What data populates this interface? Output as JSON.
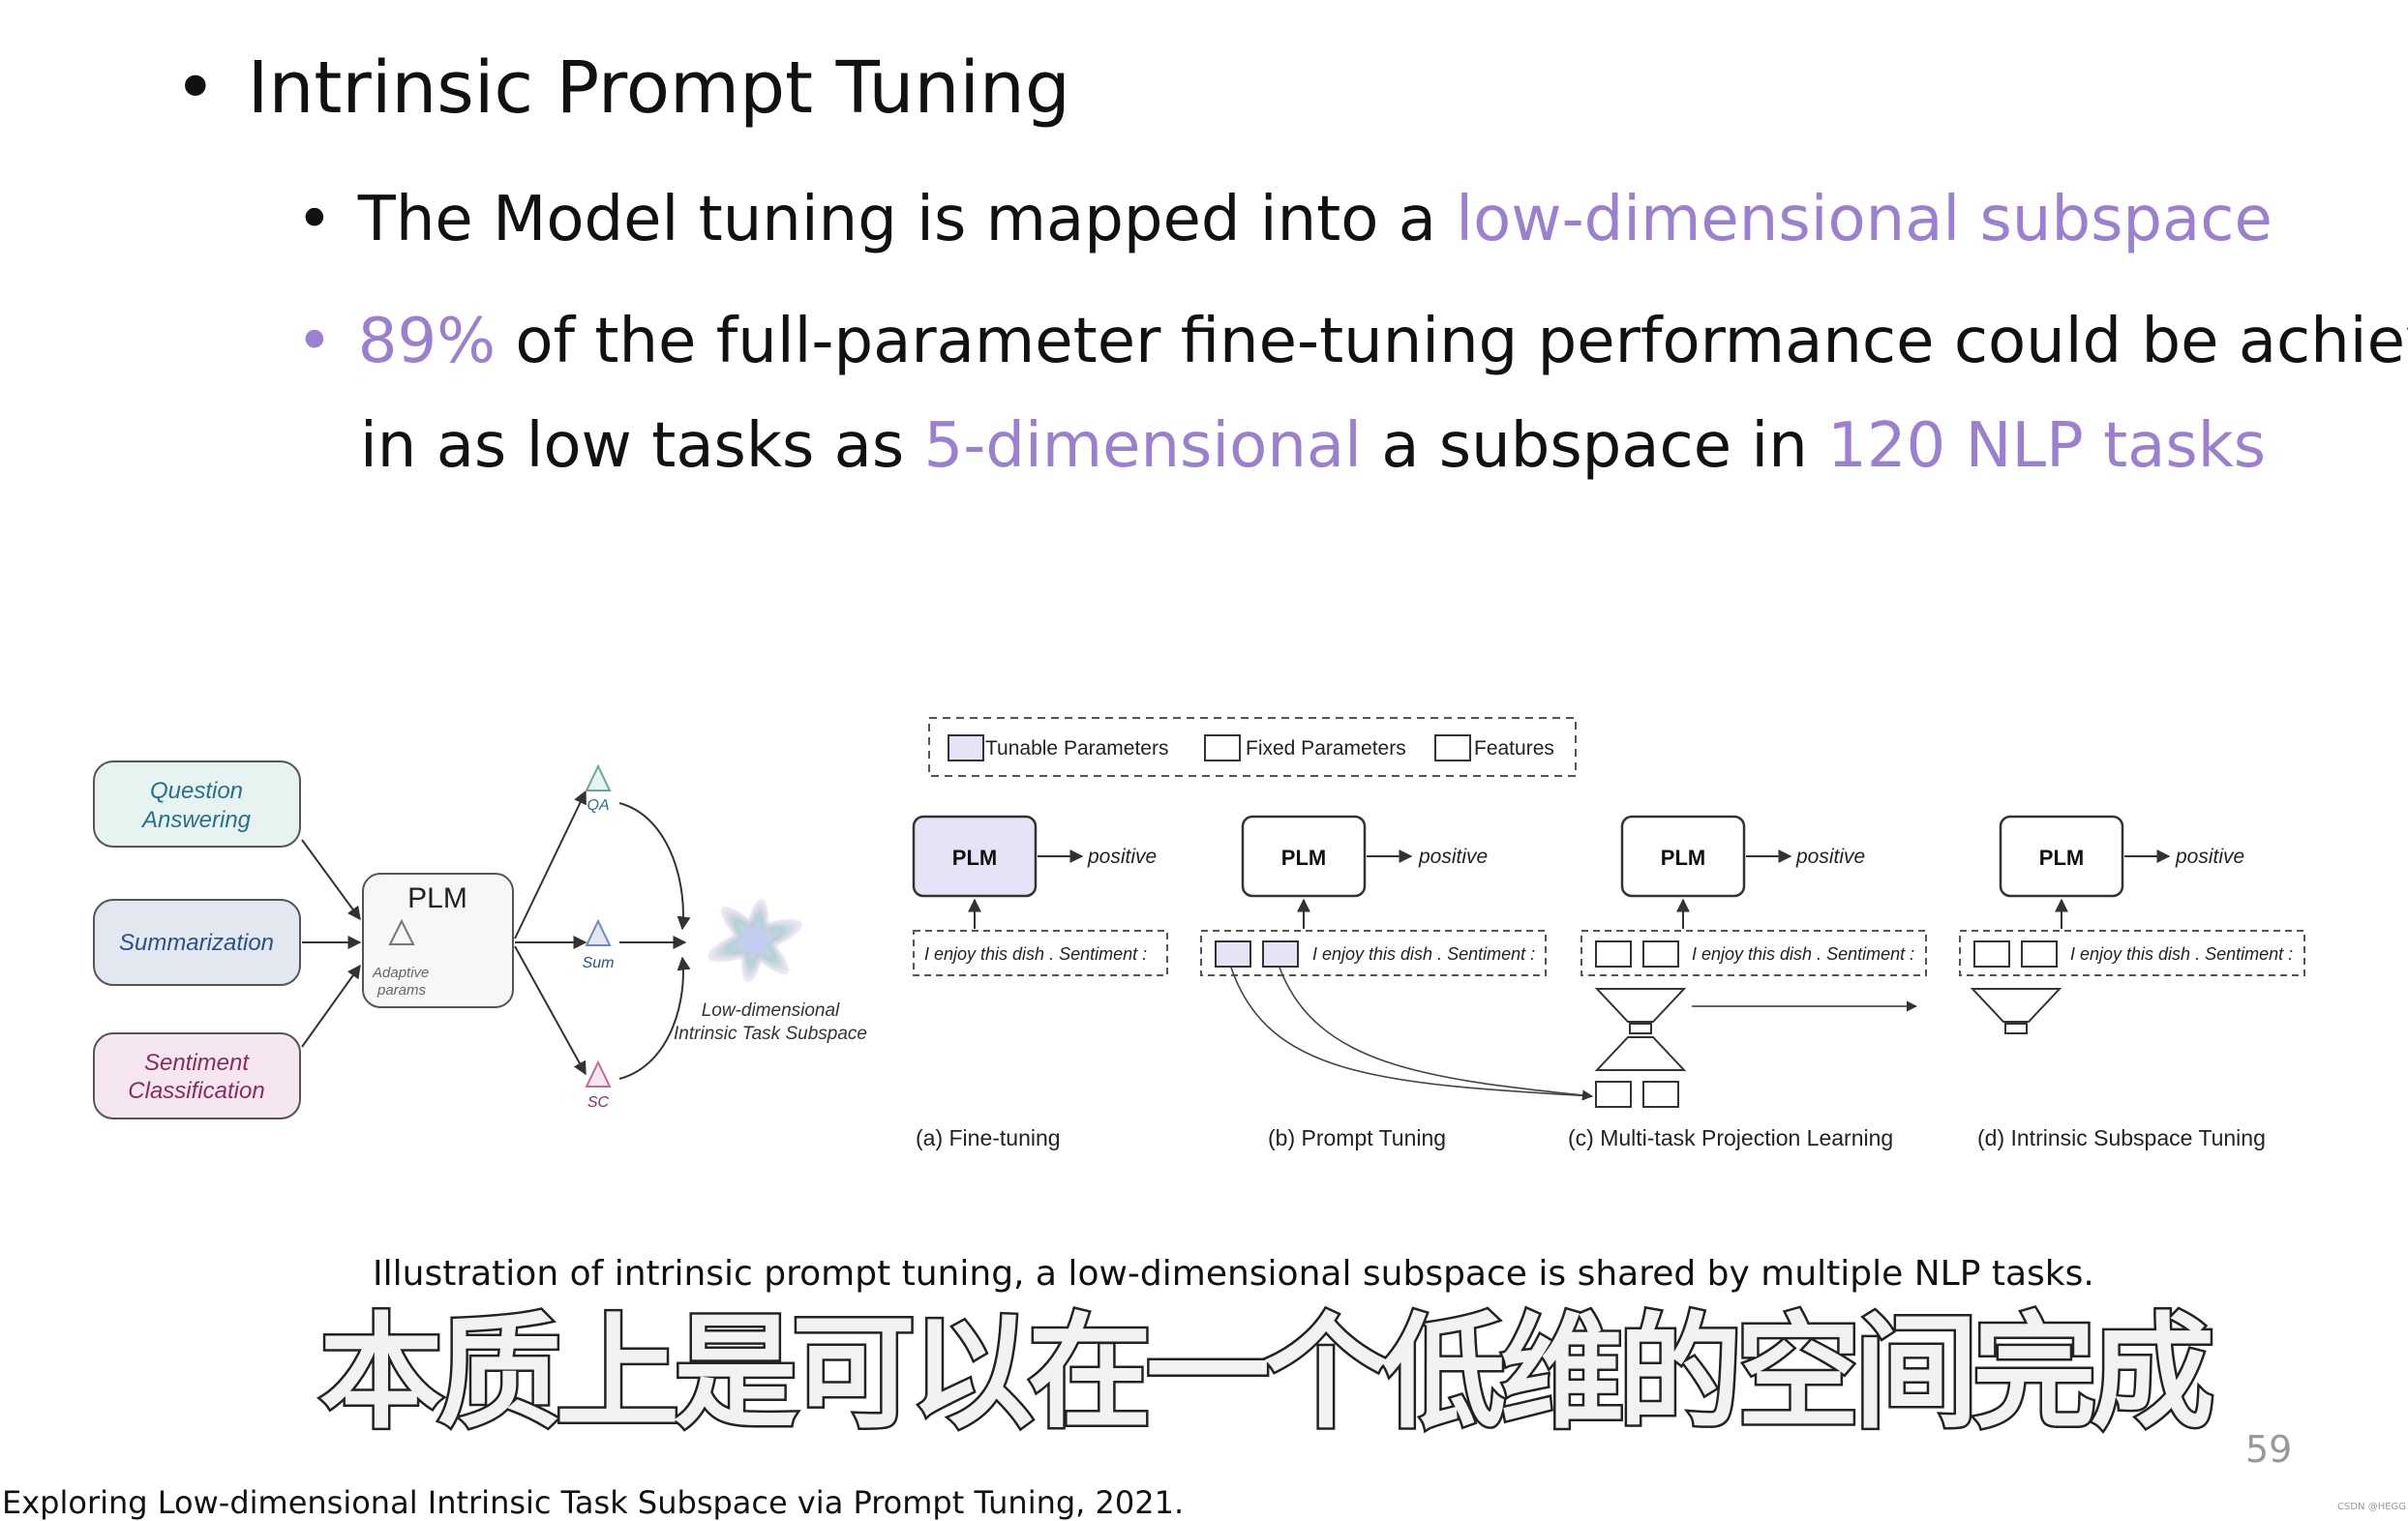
{
  "heading": "Intrinsic Prompt Tuning",
  "bullets": {
    "b1_prefix": "The Model tuning is mapped into a ",
    "b1_highlight": "low-dimensional subspace",
    "b2_highlight1": "89%",
    "b2_text1": " of the full-parameter fine-tuning performance could be achieved",
    "b2_text2": "in as low tasks as ",
    "b2_highlight2": "5-dimensional",
    "b2_text3": " a subspace in ",
    "b2_highlight3": "120 NLP tasks"
  },
  "left_figure": {
    "tasks": [
      "Question",
      "Answering",
      "Summarization",
      "Sentiment",
      "Classification"
    ],
    "plm_label": "PLM",
    "adaptive_label": [
      "Adaptive",
      "params"
    ],
    "task_abbrevs": [
      "QA",
      "Sum",
      "SC"
    ],
    "subspace_label": [
      "Low-dimensional",
      "Intrinsic Task Subspace"
    ]
  },
  "right_figure": {
    "legend": [
      "Tunable Parameters",
      "Fixed Parameters",
      "Features"
    ],
    "plm_label": "PLM",
    "output_label": "positive",
    "input_text": "I enjoy this dish . Sentiment :",
    "panels": [
      "(a) Fine-tuning",
      "(b) Prompt Tuning",
      "(c) Multi-task Projection Learning",
      "(d) Intrinsic Subspace Tuning"
    ]
  },
  "caption": "Illustration of intrinsic prompt tuning, a low-dimensional subspace is shared by multiple NLP tasks.",
  "subtitle_overlay": "本质上是可以在一个低维的空间完成",
  "page_number": "59",
  "footer": "Exploring Low-dimensional Intrinsic Task Subspace via Prompt Tuning, 2021.",
  "watermark": "CSDN @HEGG",
  "colors": {
    "accent_purple": "#9b7fd0",
    "qa_box": "#e6f3f0",
    "sum_box": "#e3e8f0",
    "sc_box": "#f5e6ef",
    "tunable_fill": "#e4e4f6"
  }
}
